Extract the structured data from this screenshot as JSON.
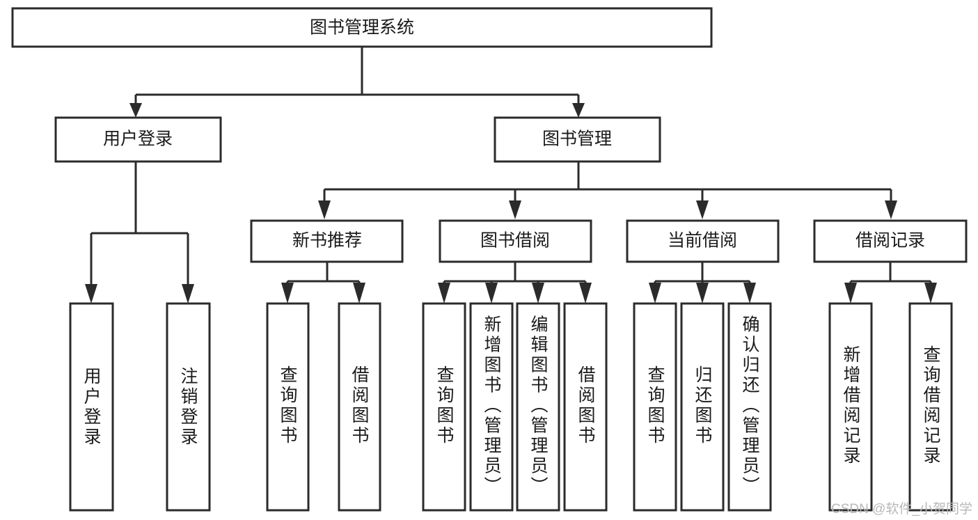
{
  "diagram": {
    "type": "tree-hierarchy",
    "title": "图书管理系统",
    "watermark": "CSDN @软件_小贺同学",
    "levels": {
      "root": {
        "label": "图书管理系统"
      },
      "level2": [
        {
          "id": "user-login",
          "label": "用户登录"
        },
        {
          "id": "book-management",
          "label": "图书管理"
        }
      ],
      "level3": [
        {
          "id": "new-book-recommend",
          "label": "新书推荐",
          "parent": "book-management"
        },
        {
          "id": "book-borrow",
          "label": "图书借阅",
          "parent": "book-management"
        },
        {
          "id": "current-borrow",
          "label": "当前借阅",
          "parent": "book-management"
        },
        {
          "id": "borrow-record",
          "label": "借阅记录",
          "parent": "book-management"
        }
      ],
      "leaves": {
        "user-login": [
          {
            "id": "leaf-user-login",
            "label": "用户登录"
          },
          {
            "id": "leaf-user-logout",
            "label": "注销登录"
          }
        ],
        "new-book-recommend": [
          {
            "id": "leaf-query-book-1",
            "label": "查询图书"
          },
          {
            "id": "leaf-borrow-book-1",
            "label": "借阅图书"
          }
        ],
        "book-borrow": [
          {
            "id": "leaf-query-book-2",
            "label": "查询图书"
          },
          {
            "id": "leaf-add-book",
            "label": "新增图书（管理员）"
          },
          {
            "id": "leaf-edit-book",
            "label": "编辑图书（管理员）"
          },
          {
            "id": "leaf-borrow-book-2",
            "label": "借阅图书"
          }
        ],
        "current-borrow": [
          {
            "id": "leaf-query-book-3",
            "label": "查询图书"
          },
          {
            "id": "leaf-return-book",
            "label": "归还图书"
          },
          {
            "id": "leaf-confirm-return",
            "label": "确认归还（管理员）"
          }
        ],
        "borrow-record": [
          {
            "id": "leaf-add-record",
            "label": "新增借阅记录"
          },
          {
            "id": "leaf-query-record",
            "label": "查询借阅记录"
          }
        ]
      }
    },
    "colors": {
      "stroke": "#2b2b2b",
      "fill": "#ffffff",
      "text": "#1a1a1a",
      "watermark": "#b8b8b8"
    }
  }
}
